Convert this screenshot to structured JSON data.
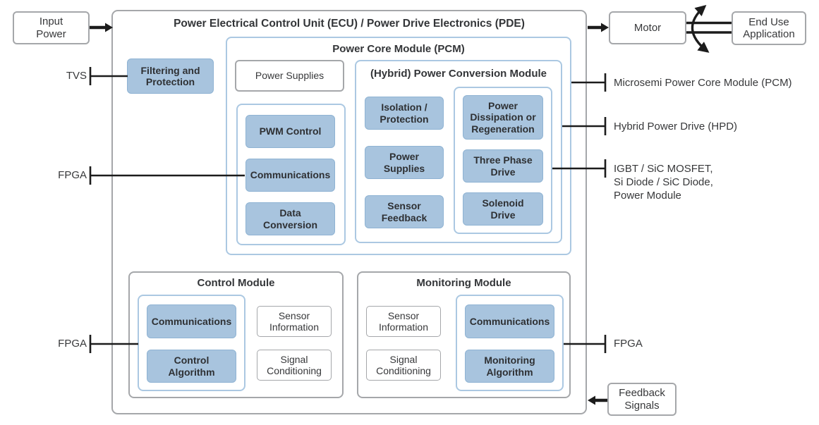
{
  "external": {
    "input_power": "Input Power",
    "motor": "Motor",
    "end_use_application": "End Use Application",
    "feedback_signals": "Feedback Signals"
  },
  "ecu": {
    "title": "Power Electrical Control Unit (ECU) / Power Drive Electronics (PDE)",
    "filtering_protection": "Filtering and Protection"
  },
  "pcm": {
    "title": "Power Core Module (PCM)",
    "power_supplies": "Power Supplies",
    "control_group": {
      "items": [
        "PWM Control",
        "Communications",
        "Data Conversion"
      ]
    },
    "hybrid": {
      "title": "(Hybrid) Power Conversion Module",
      "items": [
        "Isolation / Protection",
        "Power Supplies",
        "Sensor Feedback"
      ],
      "drive_group": {
        "items": [
          "Power Dissipation or Regeneration",
          "Three Phase Drive",
          "Solenoid Drive"
        ]
      }
    }
  },
  "control_module": {
    "title": "Control Module",
    "fpga_group": [
      "Communications",
      "Control Algorithm"
    ],
    "items": [
      "Sensor Information",
      "Signal Conditioning"
    ]
  },
  "monitoring_module": {
    "title": "Monitoring Module",
    "items": [
      "Sensor Information",
      "Signal Conditioning"
    ],
    "fpga_group": [
      "Communications",
      "Monitoring Algorithm"
    ]
  },
  "callouts": {
    "tvs": "TVS",
    "fpga_pcm": "FPGA",
    "fpga_control": "FPGA",
    "fpga_monitoring": "FPGA",
    "microsemi_pcm": "Microsemi Power Core Module (PCM)",
    "hpd": "Hybrid Power Drive (HPD)",
    "igbt": {
      "lines": [
        "IGBT / SiC MOSFET,",
        "Si Diode / SiC Diode,",
        "Power Module"
      ]
    }
  },
  "colors": {
    "blue_box_fill": "#a8c4de",
    "blue_box_border": "#8fb3d3",
    "blue_container_border": "#abc8e2",
    "gray_border": "#a5a7aa",
    "connector_black": "#1c1c1c",
    "text": "#37383a"
  }
}
